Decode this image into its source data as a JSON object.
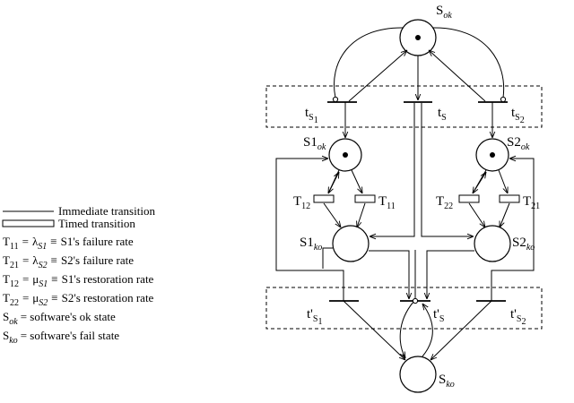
{
  "places": {
    "s_ok": {
      "main": "S",
      "sub": "ok"
    },
    "s_ko": {
      "main": "S",
      "sub": "ko"
    },
    "s1_ok": {
      "main": "S1",
      "sub": "ok"
    },
    "s1_ko": {
      "main": "S1",
      "sub": "ko"
    },
    "s2_ok": {
      "main": "S2",
      "sub": "ok"
    },
    "s2_ko": {
      "main": "S2",
      "sub": "ko"
    }
  },
  "transitions": {
    "ts1": {
      "main": "t",
      "sub1": "S",
      "sub2": "1"
    },
    "ts": {
      "main": "t",
      "sub1": "S"
    },
    "ts2": {
      "main": "t",
      "sub1": "S",
      "sub2": "2"
    },
    "tps1": {
      "main": "t'",
      "sub1": "S",
      "sub2": "1"
    },
    "tps": {
      "main": "t'",
      "sub1": "S"
    },
    "tps2": {
      "main": "t'",
      "sub1": "S",
      "sub2": "2"
    },
    "t12": {
      "main": "T",
      "sub": "12"
    },
    "t11": {
      "main": "T",
      "sub": "11"
    },
    "t22": {
      "main": "T",
      "sub": "22"
    },
    "t21": {
      "main": "T",
      "sub": "21"
    }
  },
  "legend": {
    "immediate": "Immediate transition",
    "timed": "Timed transition",
    "rows": [
      {
        "lhs_main": "T",
        "lhs_sub": "11",
        "eq": "=",
        "sym": "λ",
        "sym_sub": "S1",
        "equiv": "≡",
        "text": "S1's failure rate"
      },
      {
        "lhs_main": "T",
        "lhs_sub": "21",
        "eq": "=",
        "sym": "λ",
        "sym_sub": "S2",
        "equiv": "≡",
        "text": "S2's failure rate"
      },
      {
        "lhs_main": "T",
        "lhs_sub": "12",
        "eq": "=",
        "sym": "μ",
        "sym_sub": "S1",
        "equiv": "≡",
        "text": "S1's restoration rate"
      },
      {
        "lhs_main": "T",
        "lhs_sub": "22",
        "eq": "=",
        "sym": "μ",
        "sym_sub": "S2",
        "equiv": "≡",
        "text": "S2's restoration rate"
      }
    ],
    "state_ok": {
      "lhs_main": "S",
      "lhs_sub": "ok",
      "text": "= software's ok state"
    },
    "state_ko": {
      "lhs_main": "S",
      "lhs_sub": "ko",
      "text": "= software's fail state"
    }
  }
}
